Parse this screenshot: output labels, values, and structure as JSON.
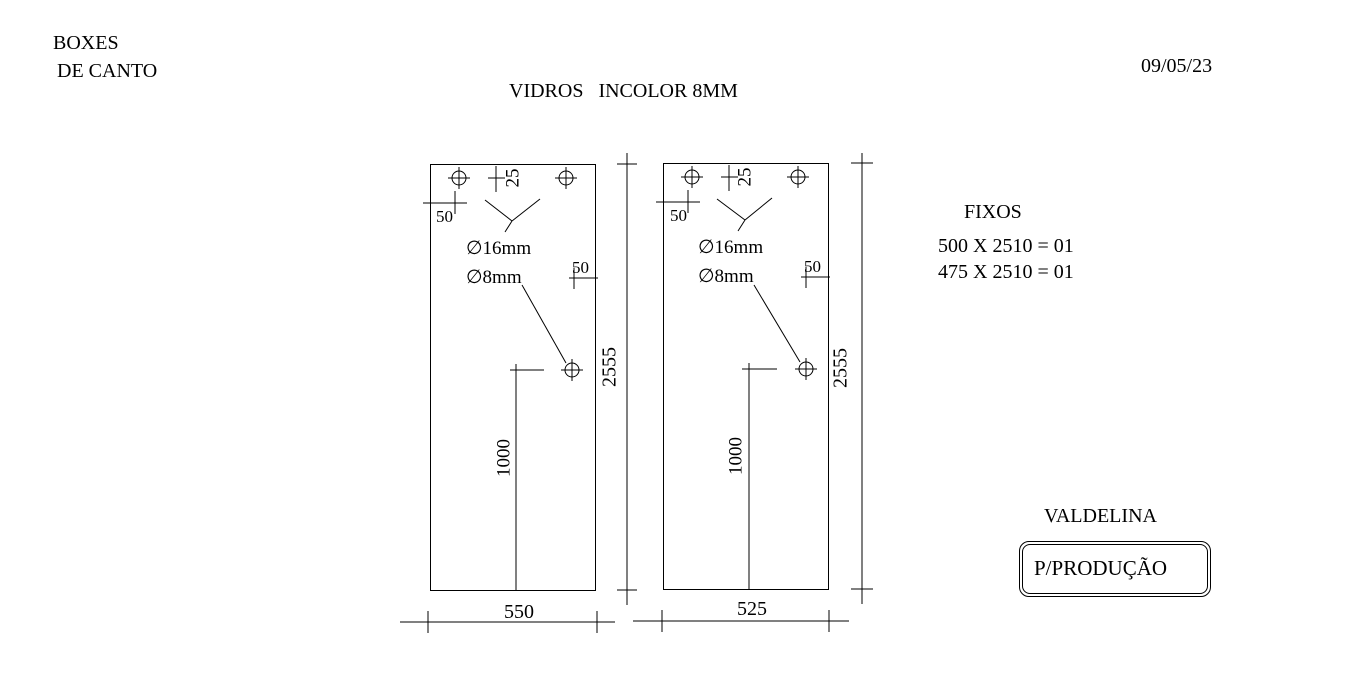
{
  "header": {
    "title_line1": "BOXES",
    "title_line2": "DE CANTO",
    "subtitle": "VIDROS   INCOLOR 8MM",
    "date": "09/05/23"
  },
  "panels": [
    {
      "id": "left",
      "width_label": "550",
      "height_label": "2555",
      "hole_offset_top_label": "25",
      "hole_offset_side_label": "50",
      "hole_offset_right_label": "50",
      "hole_height_label": "1000",
      "hole_large_label": "∅16mm",
      "hole_small_label": "∅8mm"
    },
    {
      "id": "right",
      "width_label": "525",
      "height_label": "2555",
      "hole_offset_top_label": "25",
      "hole_offset_side_label": "50",
      "hole_offset_right_label": "50",
      "hole_height_label": "1000",
      "hole_large_label": "∅16mm",
      "hole_small_label": "∅8mm"
    }
  ],
  "fixos": {
    "title": "FIXOS",
    "lines": [
      "500 X 2510 = 01",
      "475 X 2510 = 01"
    ]
  },
  "signature": "VALDELINA",
  "stamp": "P/PRODUÇÃO",
  "colors": {
    "ink": "#000000",
    "background": "#ffffff"
  }
}
